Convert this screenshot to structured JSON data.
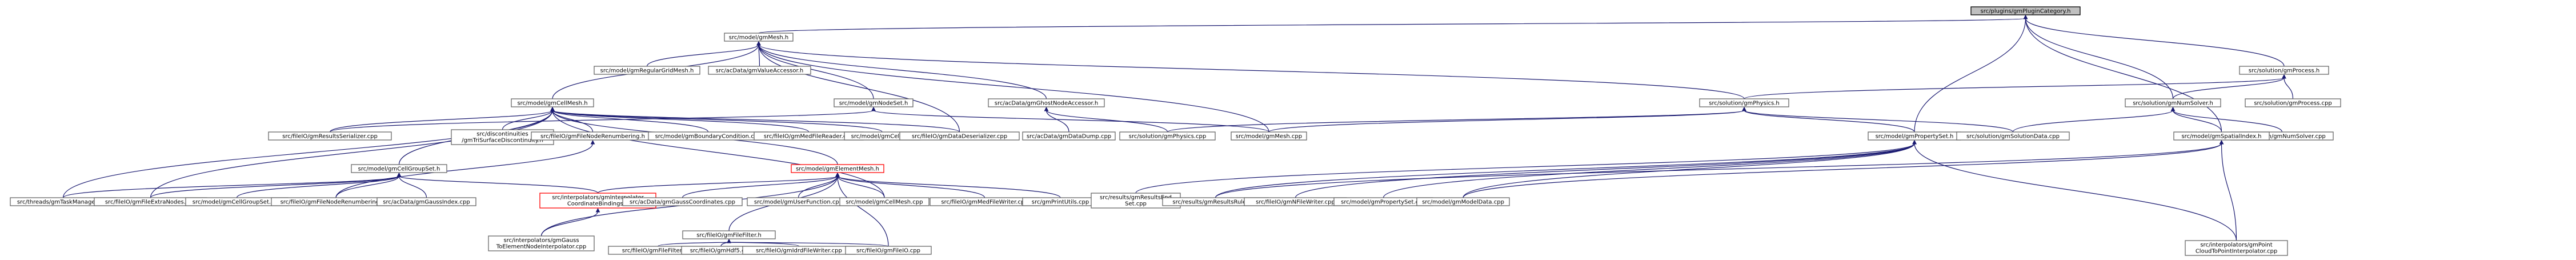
{
  "graph": {
    "root": "src/plugins/gmPluginCategory.h",
    "nodes": [
      {
        "id": "root",
        "label": "src/plugins/gmPluginCategory.h"
      },
      {
        "id": "mesh_h",
        "label": "src/model/gmMesh.h"
      },
      {
        "id": "process_h",
        "label": "src/solution/gmProcess.h"
      },
      {
        "id": "process_cpp",
        "label": "src/solution/gmProcess.cpp"
      },
      {
        "id": "numsolver_h",
        "label": "src/solution/gmNumSolver.h"
      },
      {
        "id": "numsolver_cpp",
        "label": "src/solution/gmNumSolver.cpp"
      },
      {
        "id": "regulargrid_h",
        "label": "src/model/gmRegularGridMesh.h"
      },
      {
        "id": "valueaccessor_h",
        "label": "src/acData/gmValueAccessor.h"
      },
      {
        "id": "cellmesh_h",
        "label": "src/model/gmCellMesh.h"
      },
      {
        "id": "nodeset_h",
        "label": "src/model/gmNodeSet.h"
      },
      {
        "id": "ghostnode_h",
        "label": "src/acData/gmGhostNodeAccessor.h"
      },
      {
        "id": "physics_h",
        "label": "src/solution/gmPhysics.h"
      },
      {
        "id": "propertyset_h",
        "label": "src/model/gmPropertySet.h"
      },
      {
        "id": "spatialindex_h",
        "label": "src/model/gmSpatialIndex.h"
      },
      {
        "id": "solutiondata_cpp",
        "label": "src/solution/gmSolutionData.cpp"
      },
      {
        "id": "resultsserializer_cpp",
        "label": "src/fileIO/gmResultsSerializer.cpp"
      },
      {
        "id": "discontinuities_h",
        "label": [
          "src/discontinuities",
          "/gmTriSurfaceDiscontinuity.h"
        ]
      },
      {
        "id": "fileNodeRenum_h",
        "label": "src/fileIO/gmFileNodeRenumbering.h"
      },
      {
        "id": "boundarycondition_cpp",
        "label": "src/model/gmBoundaryCondition.cpp"
      },
      {
        "id": "meddreader_cpp",
        "label": "src/fileIO/gmMedFileReader.cpp"
      },
      {
        "id": "cell_cpp",
        "label": "src/model/gmCell.cpp"
      },
      {
        "id": "datadeserializer_cpp",
        "label": "src/fileIO/gmDataDeserializer.cpp"
      },
      {
        "id": "datadump_cpp",
        "label": "src/acData/gmDataDump.cpp"
      },
      {
        "id": "physics_cpp",
        "label": "src/solution/gmPhysics.cpp"
      },
      {
        "id": "mesh_cpp",
        "label": "src/model/gmMesh.cpp"
      },
      {
        "id": "cellgroupset_h",
        "label": "src/model/gmCellGroupSet.h"
      },
      {
        "id": "elementmesh_h",
        "label": "src/model/gmElementMesh.h"
      },
      {
        "id": "taskmanager_cpp",
        "label": "src/threads/gmTaskManager.cpp"
      },
      {
        "id": "fileextranodes_cpp",
        "label": "src/fileIO/gmFileExtraNodes.cpp"
      },
      {
        "id": "cellgroupset_cpp",
        "label": "src/model/gmCellGroupSet.cpp"
      },
      {
        "id": "filenoderenum_cpp",
        "label": "src/fileIO/gmFileNodeRenumbering.cpp"
      },
      {
        "id": "gaussindex_cpp",
        "label": "src/acData/gmGaussIndex.cpp"
      },
      {
        "id": "interpbindings_h",
        "label": [
          "src/interpolators/gmInterpolator",
          "CoordinateBindings.h"
        ]
      },
      {
        "id": "gausscoords_cpp",
        "label": "src/acData/gmGaussCoordinates.cpp"
      },
      {
        "id": "userfunction_cpp",
        "label": "src/model/gmUserFunction.cpp"
      },
      {
        "id": "cellmesh_cpp",
        "label": "src/model/gmCellMesh.cpp"
      },
      {
        "id": "medwriter_cpp",
        "label": "src/fileIO/gmMedFileWriter.cpp"
      },
      {
        "id": "printutils_cpp",
        "label": "src/gmPrintUtils.cpp"
      },
      {
        "id": "resultsendset_cpp",
        "label": [
          "src/results/gmResultsEnd",
          "Set.cpp"
        ]
      },
      {
        "id": "resultsrule_cpp",
        "label": "src/results/gmResultsRule.cpp"
      },
      {
        "id": "nffilewriter_cpp",
        "label": "src/fileIO/gmNFileWriter.cpp"
      },
      {
        "id": "propertyset_cpp",
        "label": "src/model/gmPropertySet.cpp"
      },
      {
        "id": "modeldata_cpp",
        "label": "src/model/gmModelData.cpp"
      },
      {
        "id": "filefilter_h",
        "label": "src/fileIO/gmFileFilter.h"
      },
      {
        "id": "gausstoelem_cpp",
        "label": [
          "src/interpolators/gmGauss",
          "ToElementNodeInterpolator.cpp"
        ]
      },
      {
        "id": "filefilter_cpp",
        "label": "src/fileIO/gmFileFilter.cpp"
      },
      {
        "id": "hdf5_cpp",
        "label": "src/fileIO/gmHdf5.cpp"
      },
      {
        "id": "idrdfwriter_cpp",
        "label": "src/fileIO/gmIdrdFileWriter.cpp"
      },
      {
        "id": "fileio_cpp",
        "label": "src/fileIO/gmFileIO.cpp"
      },
      {
        "id": "pointcloud_cpp",
        "label": [
          "src/interpolators/gmPoint",
          "CloudToPointInterpolator.cpp"
        ]
      }
    ]
  }
}
